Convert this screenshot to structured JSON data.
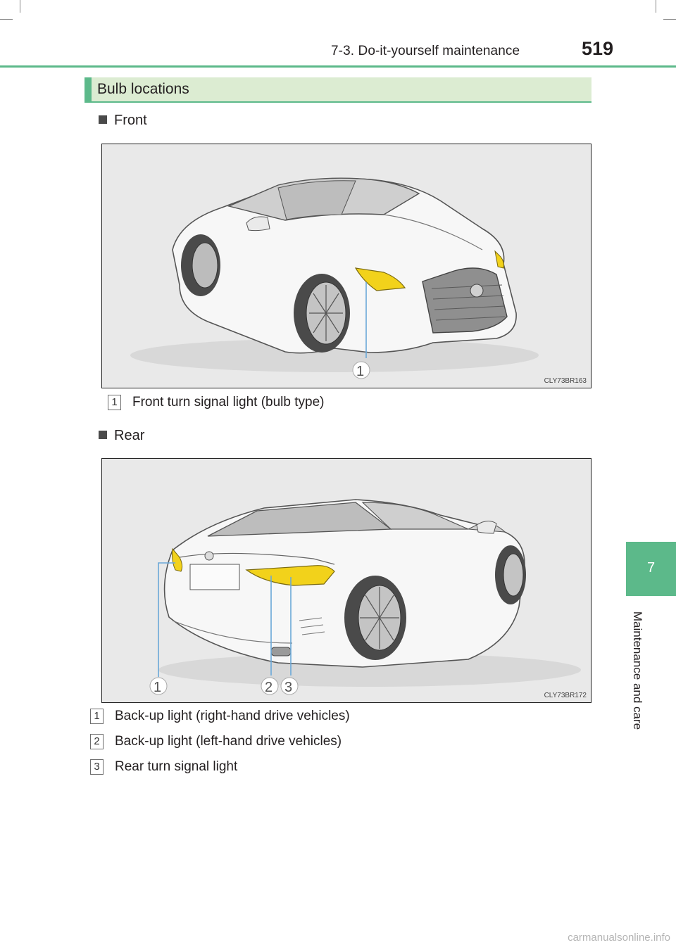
{
  "header": {
    "section": "7-3. Do-it-yourself maintenance",
    "page_number": "519"
  },
  "side_tab": {
    "chapter_number": "7",
    "chapter_title": "Maintenance and care"
  },
  "section_heading": "Bulb locations",
  "front": {
    "heading": "Front",
    "figure_code": "CLY73BR163",
    "callouts": [
      "1"
    ],
    "items": [
      {
        "number": "1",
        "text": "Front turn signal light (bulb type)"
      }
    ]
  },
  "rear": {
    "heading": "Rear",
    "figure_code": "CLY73BR172",
    "callouts": [
      "1",
      "2",
      "3"
    ],
    "items": [
      {
        "number": "1",
        "text": "Back-up light (right-hand drive vehicles)"
      },
      {
        "number": "2",
        "text": "Back-up light (left-hand drive vehicles)"
      },
      {
        "number": "3",
        "text": "Rear turn signal light"
      }
    ]
  },
  "colors": {
    "accent_green": "#5cb98a",
    "heading_bg": "#dcecd2",
    "lamp_highlight": "#f2d21b"
  },
  "watermark": "carmanualsonline.info"
}
